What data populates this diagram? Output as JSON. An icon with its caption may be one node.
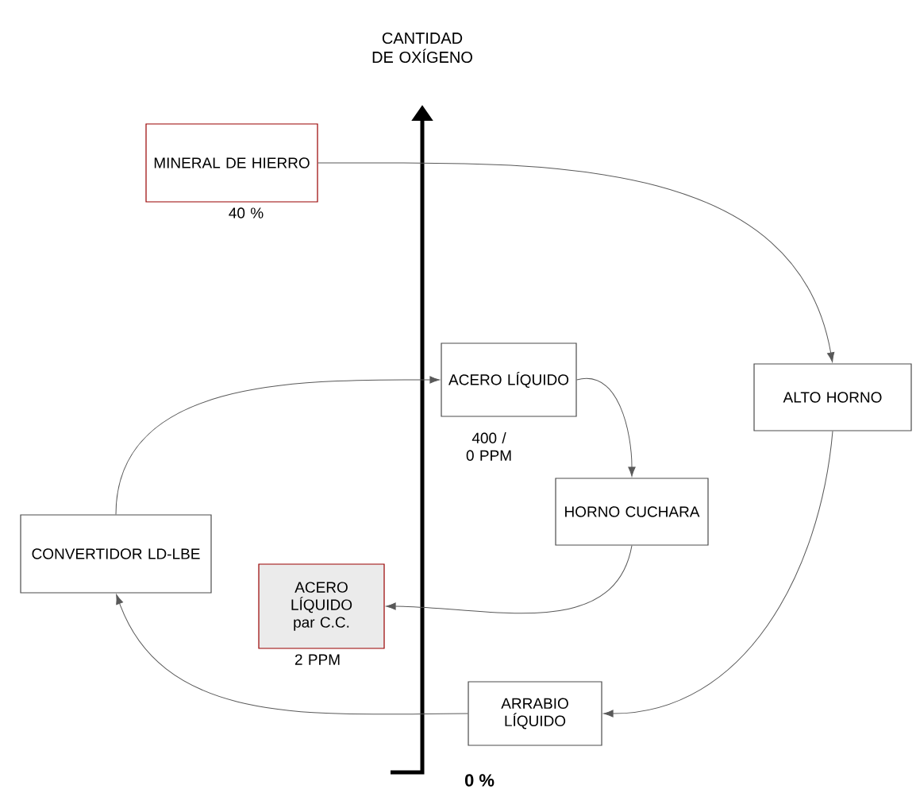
{
  "diagram": {
    "nodes": [
      {
        "text": [
          "MINERAL DE HIERRO"
        ],
        "beside": [
          "40 %"
        ]
      },
      {
        "text": [
          "ACERO LÍQUIDO"
        ],
        "beside": [
          "400 / 0 PPM"
        ]
      },
      {
        "text": [
          "ALTO HORNO"
        ]
      },
      {
        "text": [
          "HORNO CUCHARA"
        ]
      },
      {
        "text": [
          "CONVERTIDOR LD-LBE"
        ]
      },
      {
        "text": [
          "ACERO LÍQUIDO par C.C."
        ],
        "beside": [
          "2 PPM"
        ]
      },
      {
        "text": [
          "ARRABIO LÍQUIDO"
        ]
      }
    ],
    "edges": [
      {
        "from": 0,
        "to": 2,
        "arrow": "to"
      },
      {
        "from": 2,
        "to": 6,
        "arrow": "to"
      },
      {
        "from": 6,
        "to": 4,
        "arrow": "to"
      },
      {
        "from": 4,
        "to": 1,
        "arrow": "to"
      },
      {
        "from": 1,
        "to": 3,
        "arrow": "to"
      },
      {
        "from": 3,
        "to": 5,
        "arrow": "to"
      }
    ],
    "labels": [
      "CANTIDAD DE OXÍGENO",
      "0 %"
    ]
  }
}
